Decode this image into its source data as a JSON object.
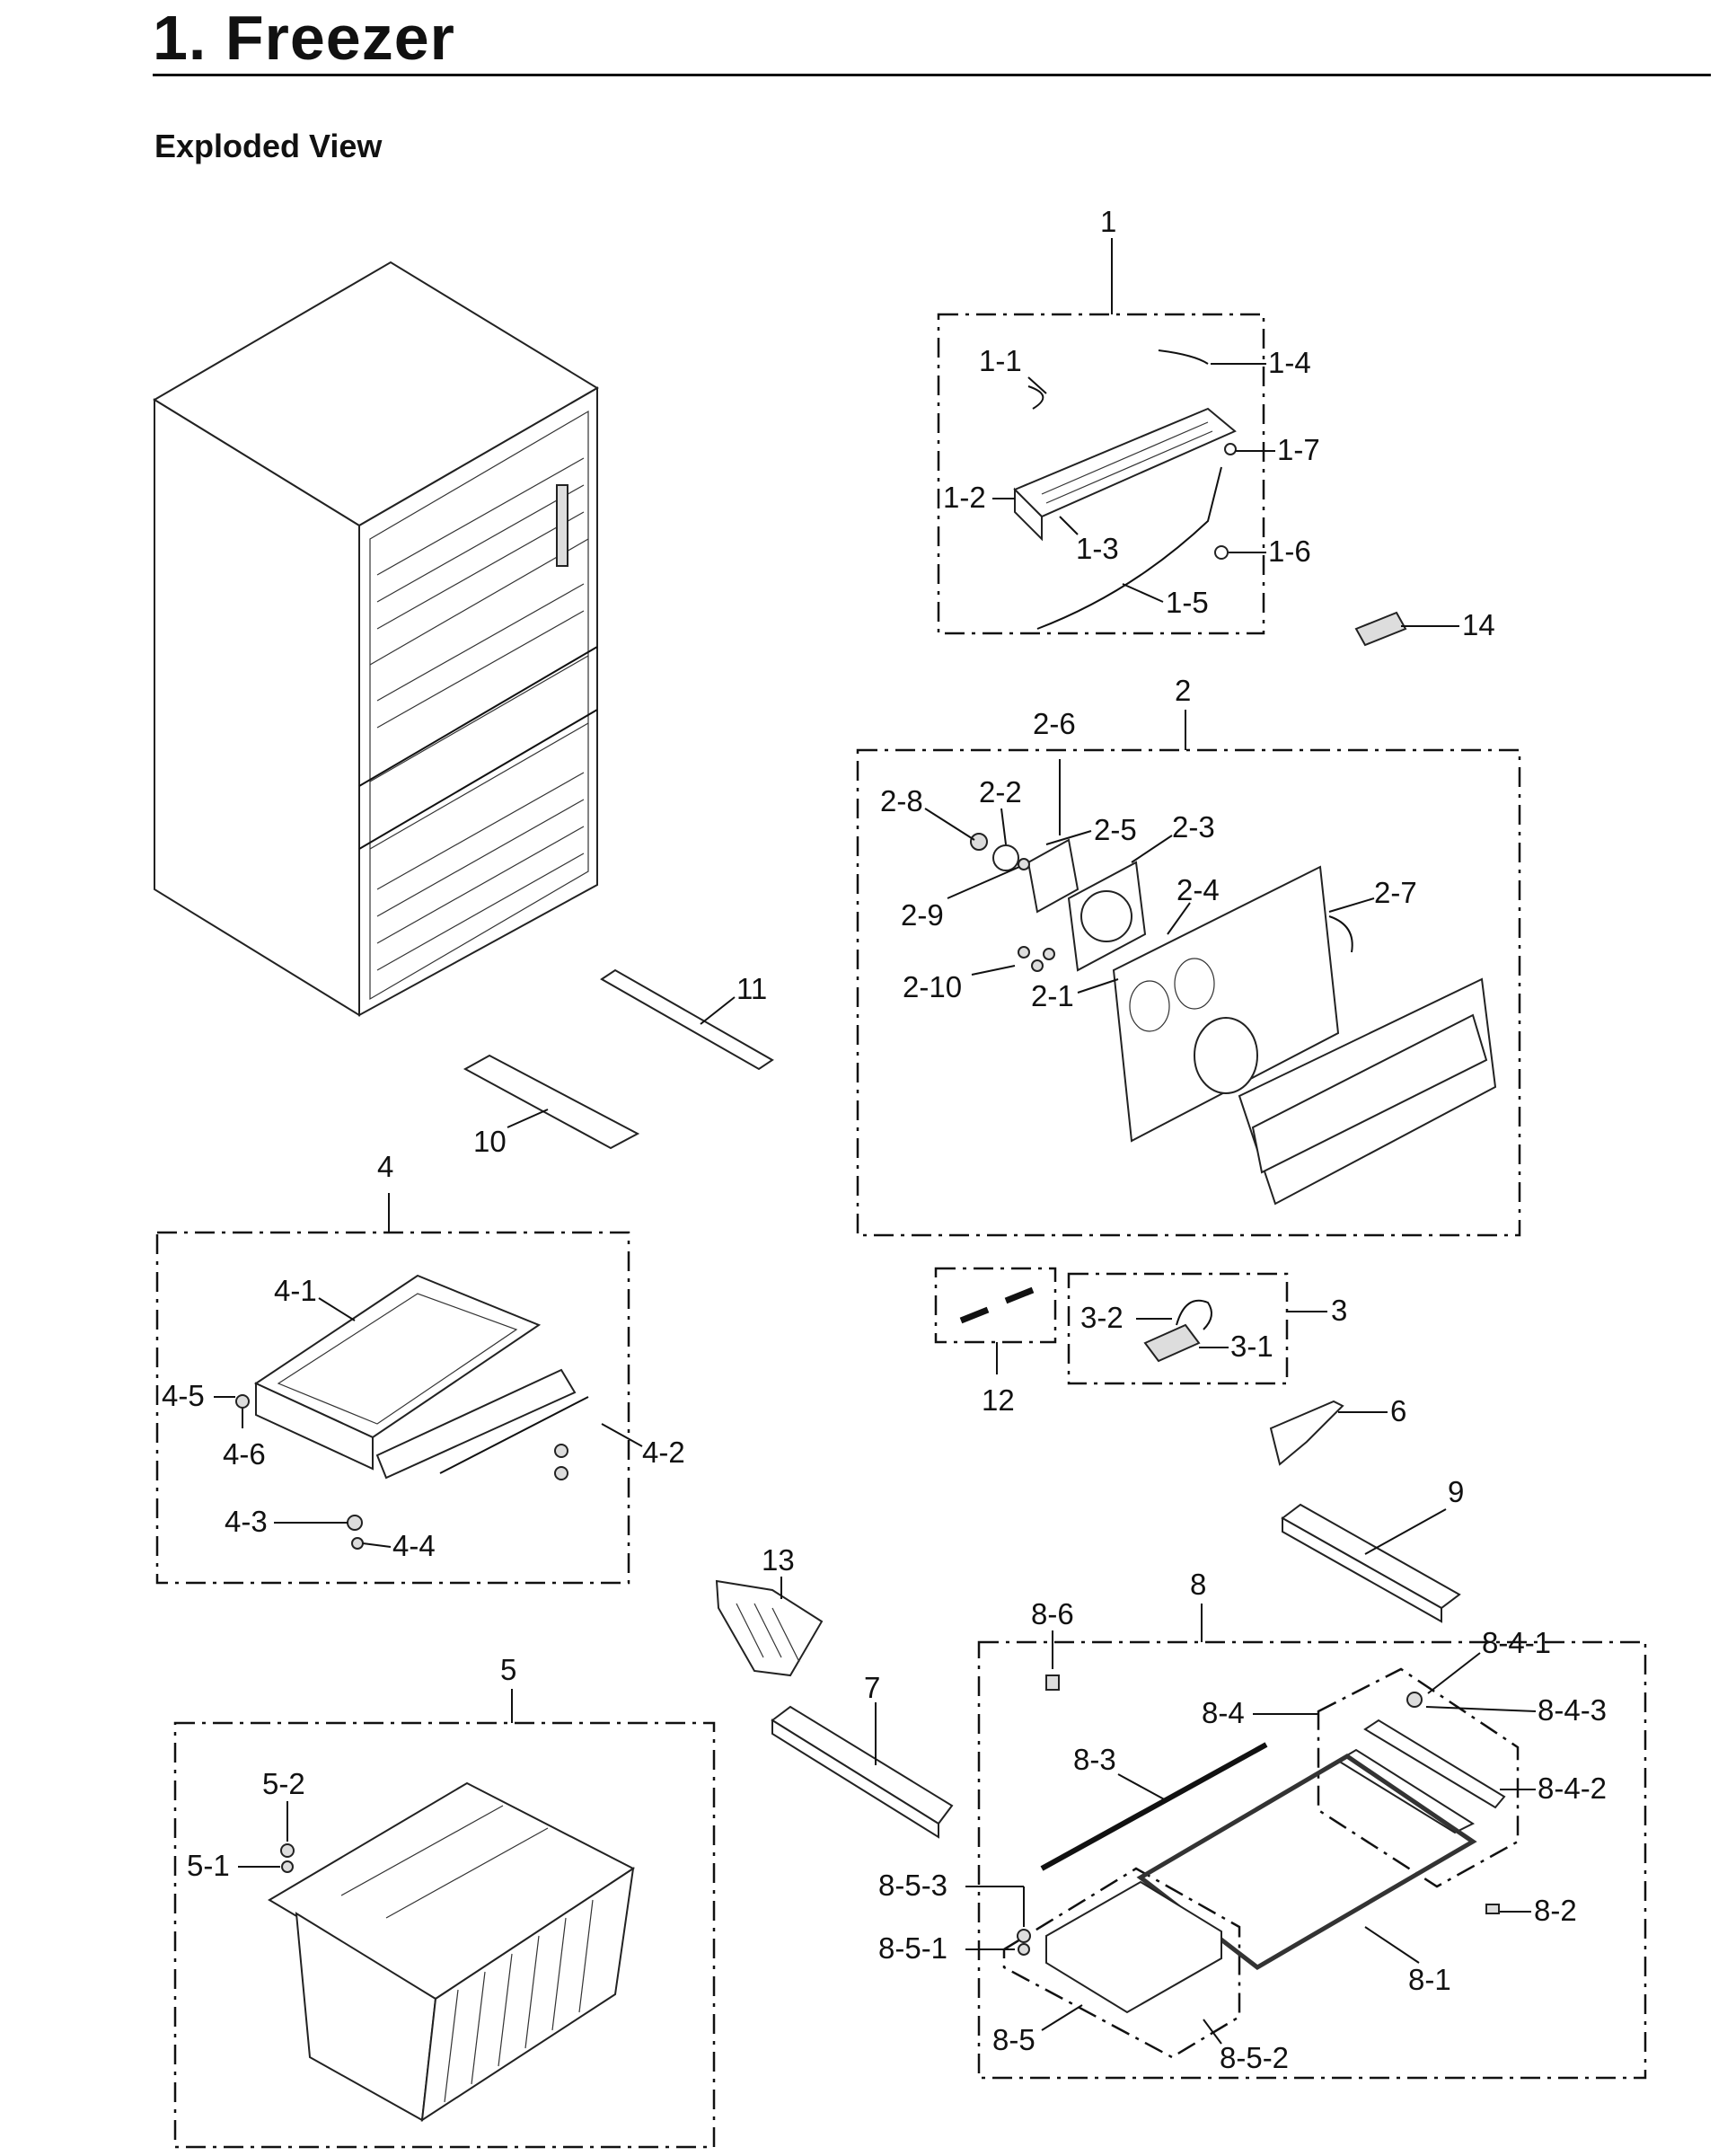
{
  "header": {
    "section_title": "1.  Freezer",
    "subtitle": "Exploded View"
  },
  "callouts": {
    "c1": "1",
    "c1_1": "1-1",
    "c1_2": "1-2",
    "c1_3": "1-3",
    "c1_4": "1-4",
    "c1_5": "1-5",
    "c1_6": "1-6",
    "c1_7": "1-7",
    "c14": "14",
    "c2": "2",
    "c2_1": "2-1",
    "c2_2": "2-2",
    "c2_3": "2-3",
    "c2_4": "2-4",
    "c2_5": "2-5",
    "c2_6": "2-6",
    "c2_7": "2-7",
    "c2_8": "2-8",
    "c2_9": "2-9",
    "c2_10": "2-10",
    "c11": "11",
    "c10": "10",
    "c4": "4",
    "c4_1": "4-1",
    "c4_2": "4-2",
    "c4_3": "4-3",
    "c4_4": "4-4",
    "c4_5": "4-5",
    "c4_6": "4-6",
    "c12": "12",
    "c3": "3",
    "c3_1": "3-1",
    "c3_2": "3-2",
    "c6": "6",
    "c9": "9",
    "c13": "13",
    "c7": "7",
    "c5": "5",
    "c5_1": "5-1",
    "c5_2": "5-2",
    "c8": "8",
    "c8_1": "8-1",
    "c8_2": "8-2",
    "c8_3": "8-3",
    "c8_4": "8-4",
    "c8_4_1": "8-4-1",
    "c8_4_2": "8-4-2",
    "c8_4_3": "8-4-3",
    "c8_5": "8-5",
    "c8_5_1": "8-5-1",
    "c8_5_2": "8-5-2",
    "c8_5_3": "8-5-3",
    "c8_6": "8-6"
  }
}
